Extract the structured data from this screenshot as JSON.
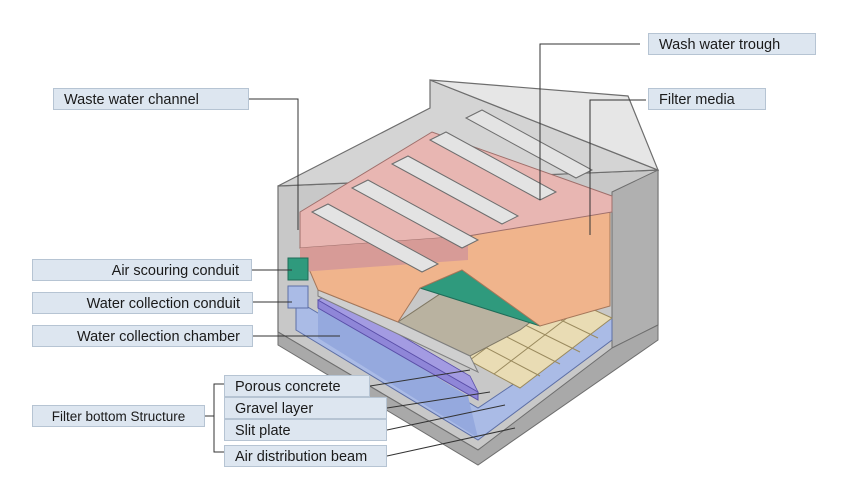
{
  "labels": {
    "wash_water_trough": "Wash water trough",
    "filter_media": "Filter media",
    "waste_water_channel": "Waste water channel",
    "air_scouring_conduit": "Air scouring conduit",
    "water_collection_conduit": "Water collection conduit",
    "water_collection_chamber": "Water collection chamber",
    "porous_concrete": "Porous concrete",
    "gravel_layer": "Gravel layer",
    "slit_plate": "Slit plate",
    "air_distribution_beam": "Air distribution beam",
    "filter_bottom_structure": "Filter bottom Structure"
  },
  "colors": {
    "concrete": "#d9d9d9",
    "concrete_dark": "#8e8e8e",
    "filter_media": "#e8b6b2",
    "sand": "#f0b48c",
    "green_layer": "#2f9a7d",
    "slit_plate": "#e9dcb4",
    "gravel": "#b9b2a0",
    "chamber_water": "#aabbe6",
    "air_beam": "#8f86d8",
    "label_bg": "#dde6f0"
  }
}
